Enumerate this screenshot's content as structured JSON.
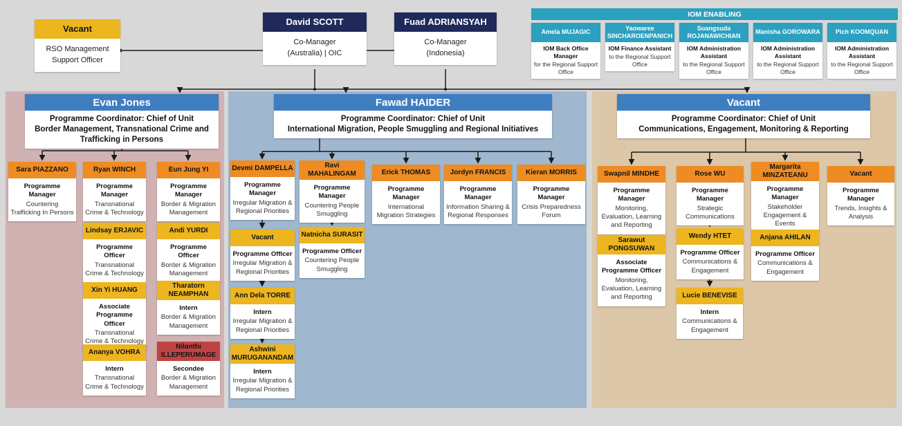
{
  "colors": {
    "page_bg": "#d8d8d8",
    "navy": "#1f2a5a",
    "teal": "#2ba0bf",
    "blue": "#3f7dc1",
    "orange": "#ee8c23",
    "yellow": "#edb51f",
    "red": "#c04343",
    "panel_left": "#d1b2b2",
    "panel_mid": "#9fb7cf",
    "panel_right": "#dcc7a9",
    "line": "#1a1a1a"
  },
  "top": {
    "rso": {
      "name": "Vacant",
      "detail": "RSO Management Support Officer"
    },
    "comanager1": {
      "name": "David SCOTT",
      "role": "Co-Manager",
      "detail": "(Australia) | OIC"
    },
    "comanager2": {
      "name": "Fuad ADRIANSYAH",
      "role": "Co-Manager",
      "detail": "(Indonesia)"
    }
  },
  "enabling": {
    "title": "IOM ENABLING",
    "members": [
      {
        "name": "Amela MUJAGIC",
        "role": "IOM Back Office Manager",
        "detail": "for the Regional Support Office"
      },
      {
        "name": "Yaowaree SINCHAROENPANICH",
        "role": "IOM Finance Assistant",
        "detail": "to the Regional Support Office"
      },
      {
        "name": "Suangsuda ROJANAWICHIAN",
        "role": "IOM Administration Assistant",
        "detail": "to the Regional Support Office"
      },
      {
        "name": "Manisha GOROWARA",
        "role": "IOM Administration Assistant",
        "detail": "to the Regional Support Office"
      },
      {
        "name": "Pich KOOMQUAN",
        "role": "IOM Administration Assistant",
        "detail": "to the Regional Support Office"
      }
    ]
  },
  "units": [
    {
      "head": "Evan Jones",
      "sub1": "Programme Coordinator: Chief of Unit",
      "sub2": "Border Management, Transnational Crime and Trafficking in Persons",
      "members": [
        {
          "name": "Sara PIAZZANO",
          "role": "Programme Manager",
          "area": "Countering Trafficking In Persons"
        },
        {
          "name": "Ryan WINCH",
          "role": "Programme Manager",
          "area": "Transnational Crime & Technology"
        },
        {
          "name": "Eun Jung YI",
          "role": "Programme Manager",
          "area": "Border & Migration Management"
        },
        {
          "name": "Lindsay ERJAVIC",
          "role": "Programme Officer",
          "area": "Transnational Crime & Technology"
        },
        {
          "name": "Andi YURDI",
          "role": "Programme Officer",
          "area": "Border & Migration Management"
        },
        {
          "name": "Xin Yi HUANG",
          "role": "Associate Programme Officer",
          "area": "Transnational Crime & Technology"
        },
        {
          "name": "Tharatorn NEAMPHAN",
          "role": "Intern",
          "area": "Border & Migration Management"
        },
        {
          "name": "Ananya VOHRA",
          "role": "Intern",
          "area": "Transnational Crime & Technology"
        },
        {
          "name": "Nilanthi ILLEPERUMAGE",
          "role": "Secondee",
          "area": "Border & Migration Management"
        }
      ]
    },
    {
      "head": "Fawad HAIDER",
      "sub1": "Programme Coordinator: Chief of Unit",
      "sub2": "International Migration, People Smuggling and Regional Initiatives",
      "members": [
        {
          "name": "Devmi DAMPELLA",
          "role": "Programme Manager",
          "area": "Irregular Migration & Regional Priorities"
        },
        {
          "name": "Ravi MAHALINGAM",
          "role": "Programme Manager",
          "area": "Countering People Smuggling"
        },
        {
          "name": "Erick THOMAS",
          "role": "Programme Manager",
          "area": "International Migration Strategies"
        },
        {
          "name": "Jordyn FRANCIS",
          "role": "Programme Manager",
          "area": "Information Sharing & Regional Responses"
        },
        {
          "name": "Kieran MORRIS",
          "role": "Programme Manager",
          "area": "Crisis Preparedness Forum"
        },
        {
          "name": "Vacant",
          "role": "Programme Officer",
          "area": "Irregular Migration & Regional Priorities"
        },
        {
          "name": "Natnicha SURASIT",
          "role": "Programme Officer",
          "area": "Countering People Smuggling"
        },
        {
          "name": "Ann Dela TORRE",
          "role": "Intern",
          "area": "Irregular Migration & Regional Priorities"
        },
        {
          "name": "Ashwini MURUGANANDAM",
          "role": "Intern",
          "area": "Irregular Migration & Regional Priorities"
        }
      ]
    },
    {
      "head": "Vacant",
      "sub1": "Programme Coordinator: Chief of Unit",
      "sub2": "Communications, Engagement, Monitoring & Reporting",
      "members": [
        {
          "name": "Swapnil MINDHE",
          "role": "Programme Manager",
          "area": "Monitoring, Evaluation, Learning and Reporting"
        },
        {
          "name": "Rose WU",
          "role": "Programme Manager",
          "area": "Strategic Communications"
        },
        {
          "name": "Margarita MINZATEANU",
          "role": "Programme Manager",
          "area": "Stakeholder Engagement & Events"
        },
        {
          "name": "Vacant",
          "role": "Programme Manager",
          "area": "Trends, Insights & Analysis"
        },
        {
          "name": "Sarawut PONGSUWAN",
          "role": "Associate Programme Officer",
          "area": "Monitoring, Evaluation, Learning and Reporting"
        },
        {
          "name": "Wendy HTET",
          "role": "Programme Officer",
          "area": "Communications & Engagement"
        },
        {
          "name": "Anjana AHILAN",
          "role": "Programme Officer",
          "area": "Communications & Engagement"
        },
        {
          "name": "Lucie BENEVISE",
          "role": "Intern",
          "area": "Communications & Engagement"
        }
      ]
    }
  ]
}
